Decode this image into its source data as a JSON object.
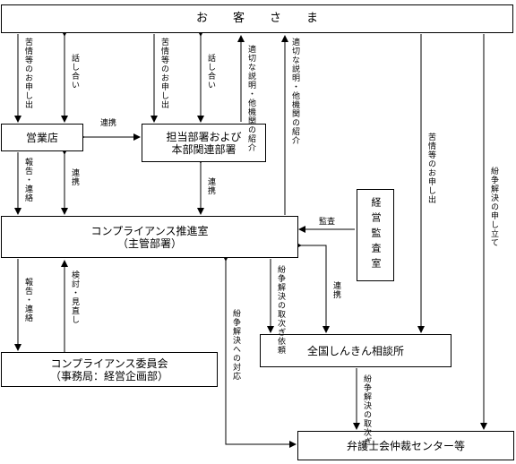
{
  "boxes": {
    "customer": "お客さま",
    "branch": "営業店",
    "department_line1": "担当部署および",
    "department_line2": "本部関連部署",
    "compliance_office_line1": "コンプライアンス推進室",
    "compliance_office_line2": "（主管部署）",
    "audit": "経営監査室",
    "committee_line1": "コンプライアンス委員会",
    "committee_line2": "（事務局：経営企画部）",
    "consultation": "全国しんきん相談所",
    "arbitration": "弁護士会仲裁センター等"
  },
  "labels": {
    "complaint_request": "苦情等のお申し出",
    "discussion": "話し合い",
    "cooperation": "連携",
    "report_contact": "報告・連絡",
    "proper_explanation": "適切な説明・他機関の紹介",
    "audit": "監査",
    "review": "検討・見直し",
    "dispute_request": "紛争解決の取次ぎ依頼",
    "dispute_response": "紛争解決への対応",
    "dispute_forward": "紛争解決の取次ぎ",
    "dispute_application": "紛争解決の申し立て"
  }
}
